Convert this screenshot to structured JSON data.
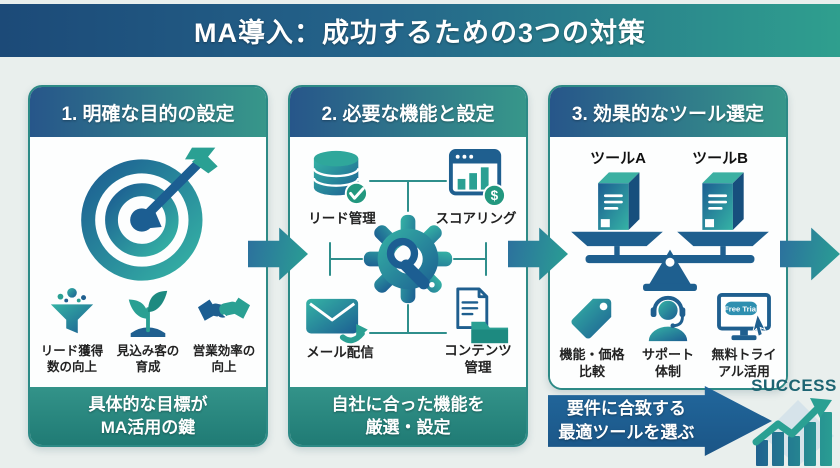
{
  "banner": {
    "title": "MA導入：成功するための3つの対策"
  },
  "cards": [
    {
      "header": "1. 明確な目的の設定",
      "goals": [
        {
          "icon": "funnel-icon",
          "label": "リード獲得\n数の向上"
        },
        {
          "icon": "sprout-icon",
          "label": "見込み客の\n育成"
        },
        {
          "icon": "handshake-icon",
          "label": "営業効率の\n向上"
        }
      ],
      "footer": "具体的な目標が\nMA活用の鍵"
    },
    {
      "header": "2. 必要な機能と設定",
      "features": [
        {
          "icon": "database-icon",
          "label": "リード管理"
        },
        {
          "icon": "scoring-icon",
          "label": "スコアリング"
        },
        {
          "icon": "mail-icon",
          "label": "メール配信"
        },
        {
          "icon": "content-icon",
          "label": "コンテンツ\n管理"
        }
      ],
      "footer": "自社に合った機能を\n厳選・設定"
    },
    {
      "header": "3. 効果的なツール選定",
      "tool_a": "ツールA",
      "tool_b": "ツールB",
      "free_trial_badge": "Free Trial",
      "criteria": [
        {
          "icon": "price-tag-icon",
          "label": "機能・価格\n比較"
        },
        {
          "icon": "headset-icon",
          "label": "サポート\n体制"
        },
        {
          "icon": "monitor-icon",
          "label": "無料トライ\nアル活用"
        }
      ],
      "footer_arrow": "要件に合致する\n最適ツールを選ぶ"
    }
  ],
  "icons": {
    "dollar_symbol": "$"
  },
  "success_label": "SUCCESS",
  "colors": {
    "background": "#e9efed",
    "banner_start": "#1c4a78",
    "banner_end": "#2f9f8e",
    "card_header_start": "#27568a",
    "card_header_end": "#37978a",
    "footer_teal": "#2a8a82",
    "accent_teal": "#2aa093",
    "accent_blue": "#1f5f8f",
    "result_arrow_blue": "#1e5d92",
    "success_text": "#1d6472"
  }
}
